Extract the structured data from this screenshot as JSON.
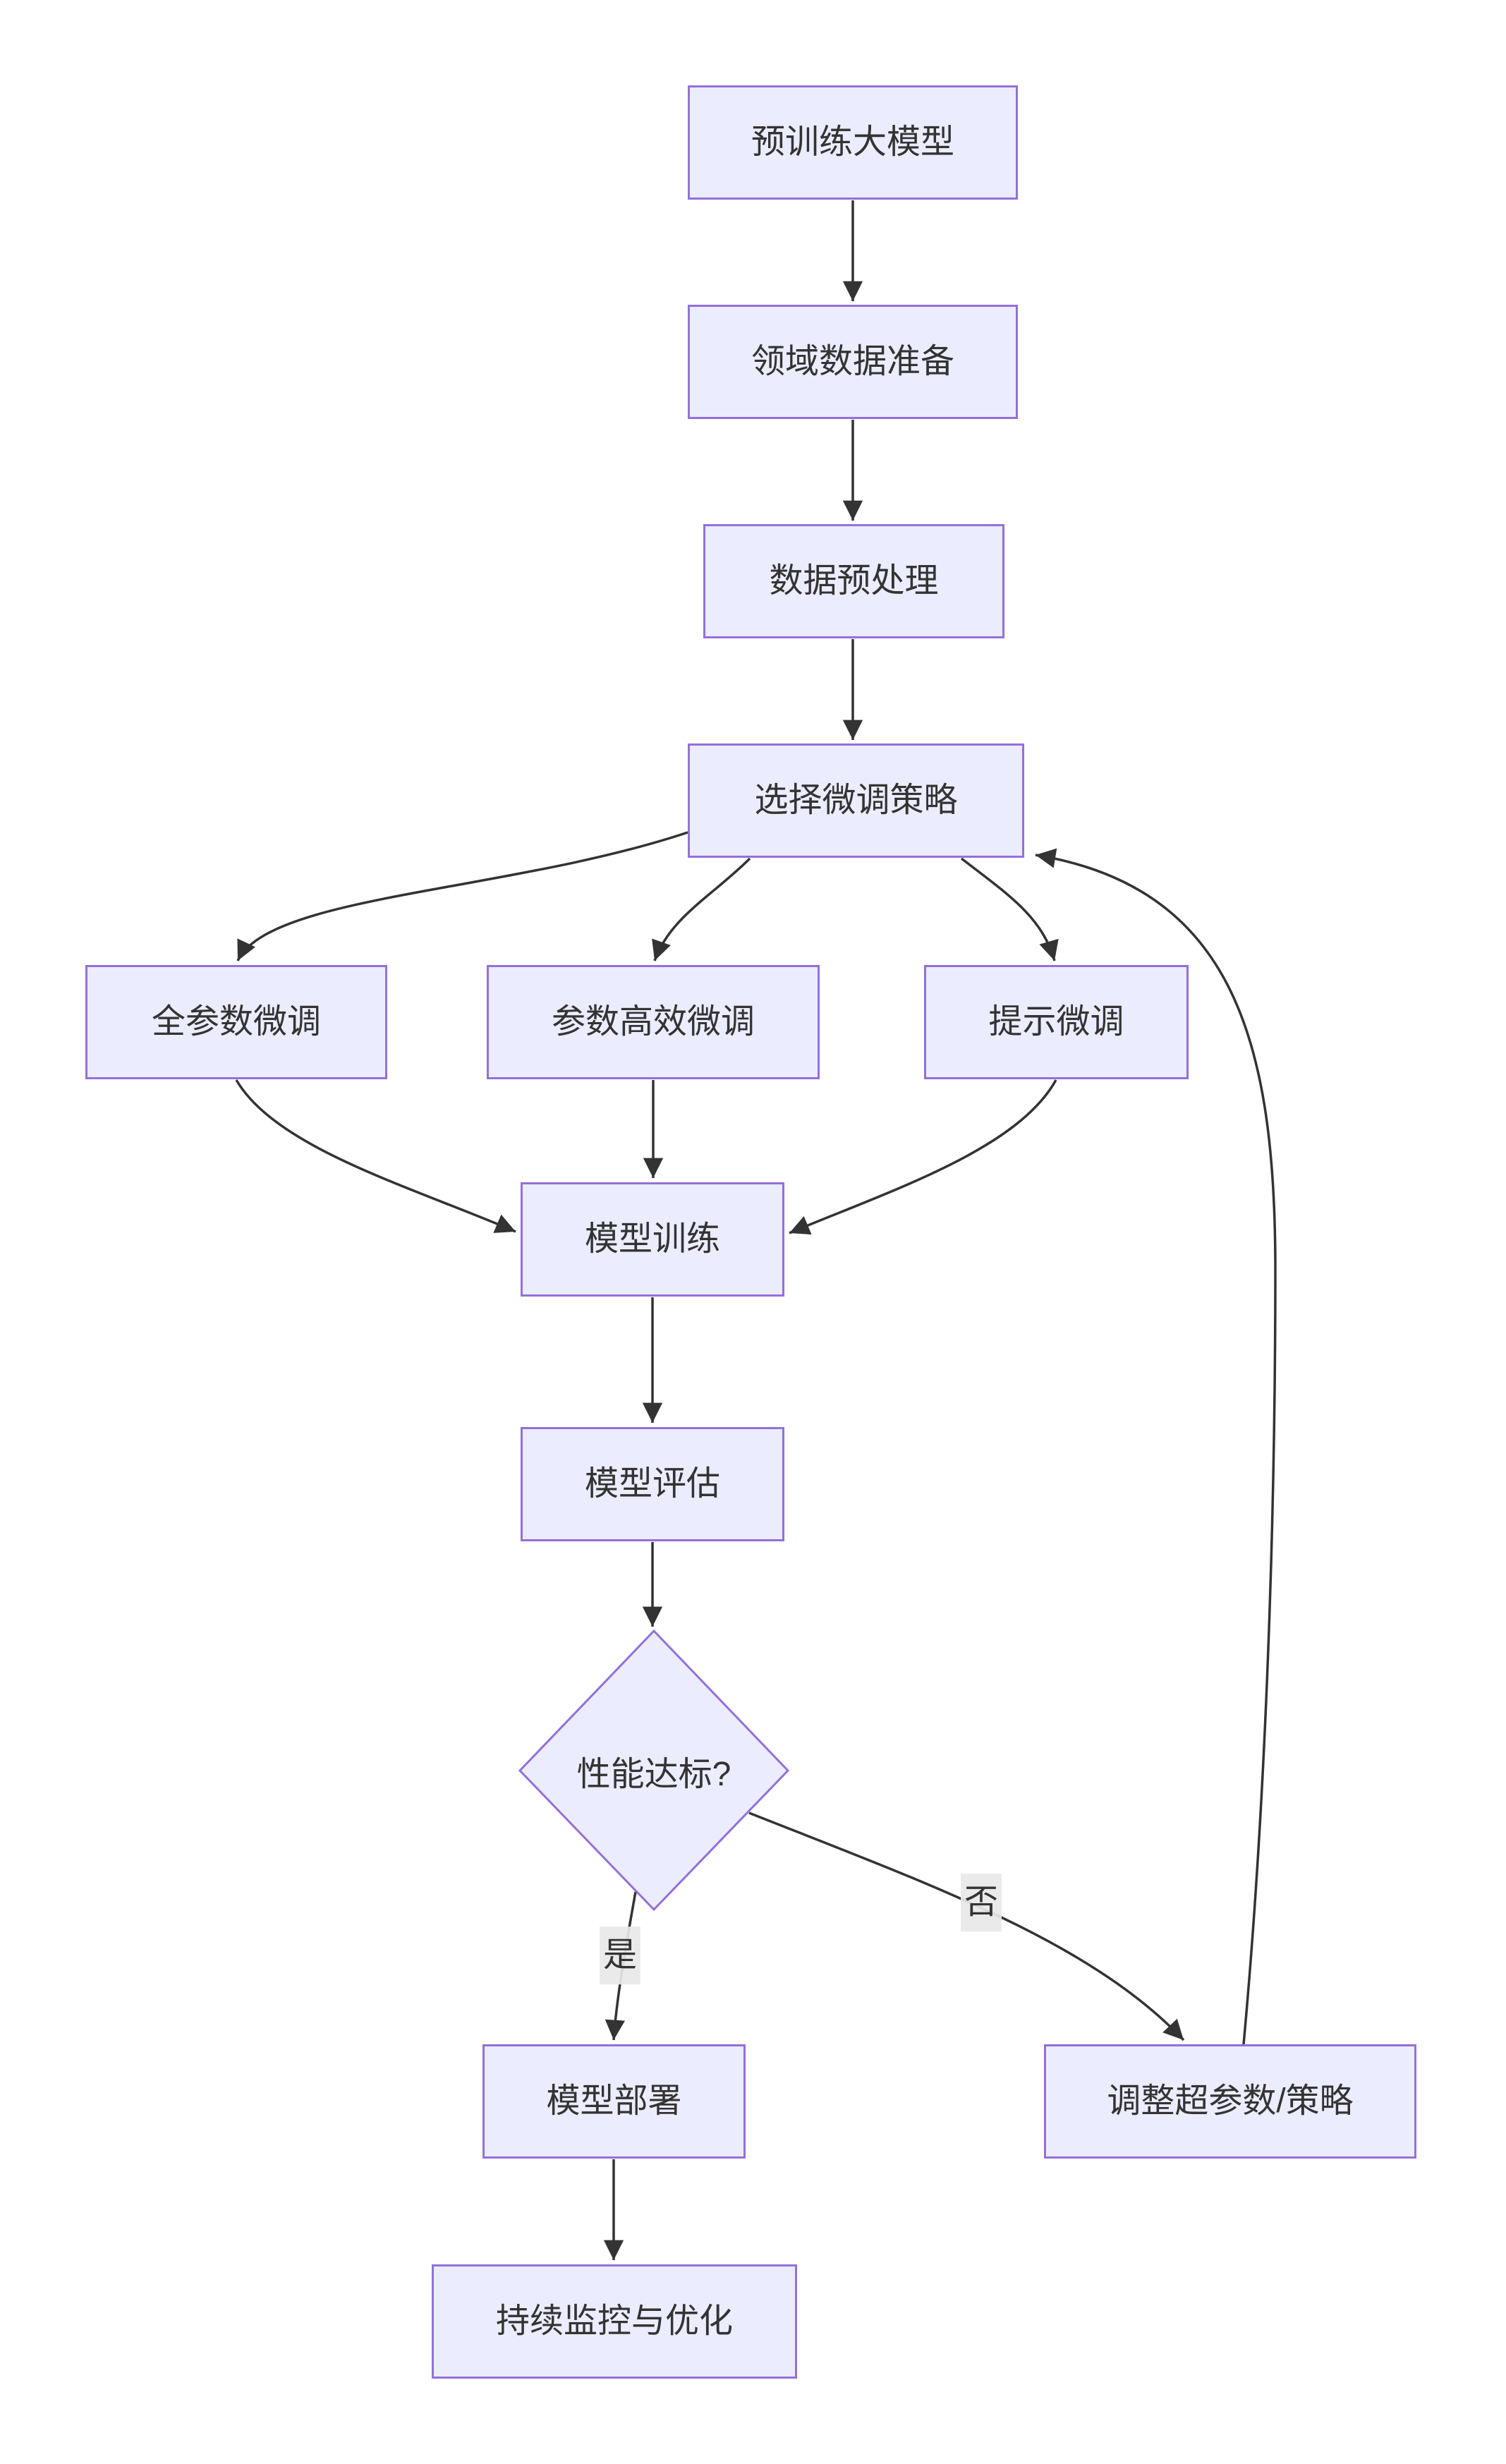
{
  "diagram": {
    "type": "flowchart",
    "direction": "top-down",
    "colors": {
      "background": "#ffffff",
      "node_fill": "#ECECFF",
      "node_border": "#9370DB",
      "edge_stroke": "#333333",
      "text": "#333333",
      "edge_label_background": "#e8e8e8"
    },
    "nodes": [
      {
        "id": "pretrain",
        "label": "预训练大模型",
        "shape": "rect"
      },
      {
        "id": "domain",
        "label": "领域数据准备",
        "shape": "rect"
      },
      {
        "id": "preprocess",
        "label": "数据预处理",
        "shape": "rect"
      },
      {
        "id": "strategy",
        "label": "选择微调策略",
        "shape": "rect"
      },
      {
        "id": "full",
        "label": "全参数微调",
        "shape": "rect"
      },
      {
        "id": "peft",
        "label": "参数高效微调",
        "shape": "rect"
      },
      {
        "id": "prompt",
        "label": "提示微调",
        "shape": "rect"
      },
      {
        "id": "train",
        "label": "模型训练",
        "shape": "rect"
      },
      {
        "id": "eval",
        "label": "模型评估",
        "shape": "rect"
      },
      {
        "id": "check",
        "label": "性能达标?",
        "shape": "diamond"
      },
      {
        "id": "deploy",
        "label": "模型部署",
        "shape": "rect"
      },
      {
        "id": "adjust",
        "label": "调整超参数/策略",
        "shape": "rect"
      },
      {
        "id": "monitor",
        "label": "持续监控与优化",
        "shape": "rect"
      }
    ],
    "edges": [
      {
        "from": "pretrain",
        "to": "domain",
        "label": ""
      },
      {
        "from": "domain",
        "to": "preprocess",
        "label": ""
      },
      {
        "from": "preprocess",
        "to": "strategy",
        "label": ""
      },
      {
        "from": "strategy",
        "to": "full",
        "label": ""
      },
      {
        "from": "strategy",
        "to": "peft",
        "label": ""
      },
      {
        "from": "strategy",
        "to": "prompt",
        "label": ""
      },
      {
        "from": "full",
        "to": "train",
        "label": ""
      },
      {
        "from": "peft",
        "to": "train",
        "label": ""
      },
      {
        "from": "prompt",
        "to": "train",
        "label": ""
      },
      {
        "from": "train",
        "to": "eval",
        "label": ""
      },
      {
        "from": "eval",
        "to": "check",
        "label": ""
      },
      {
        "from": "check",
        "to": "deploy",
        "label": "是"
      },
      {
        "from": "check",
        "to": "adjust",
        "label": "否"
      },
      {
        "from": "adjust",
        "to": "strategy",
        "label": ""
      },
      {
        "from": "deploy",
        "to": "monitor",
        "label": ""
      }
    ]
  }
}
